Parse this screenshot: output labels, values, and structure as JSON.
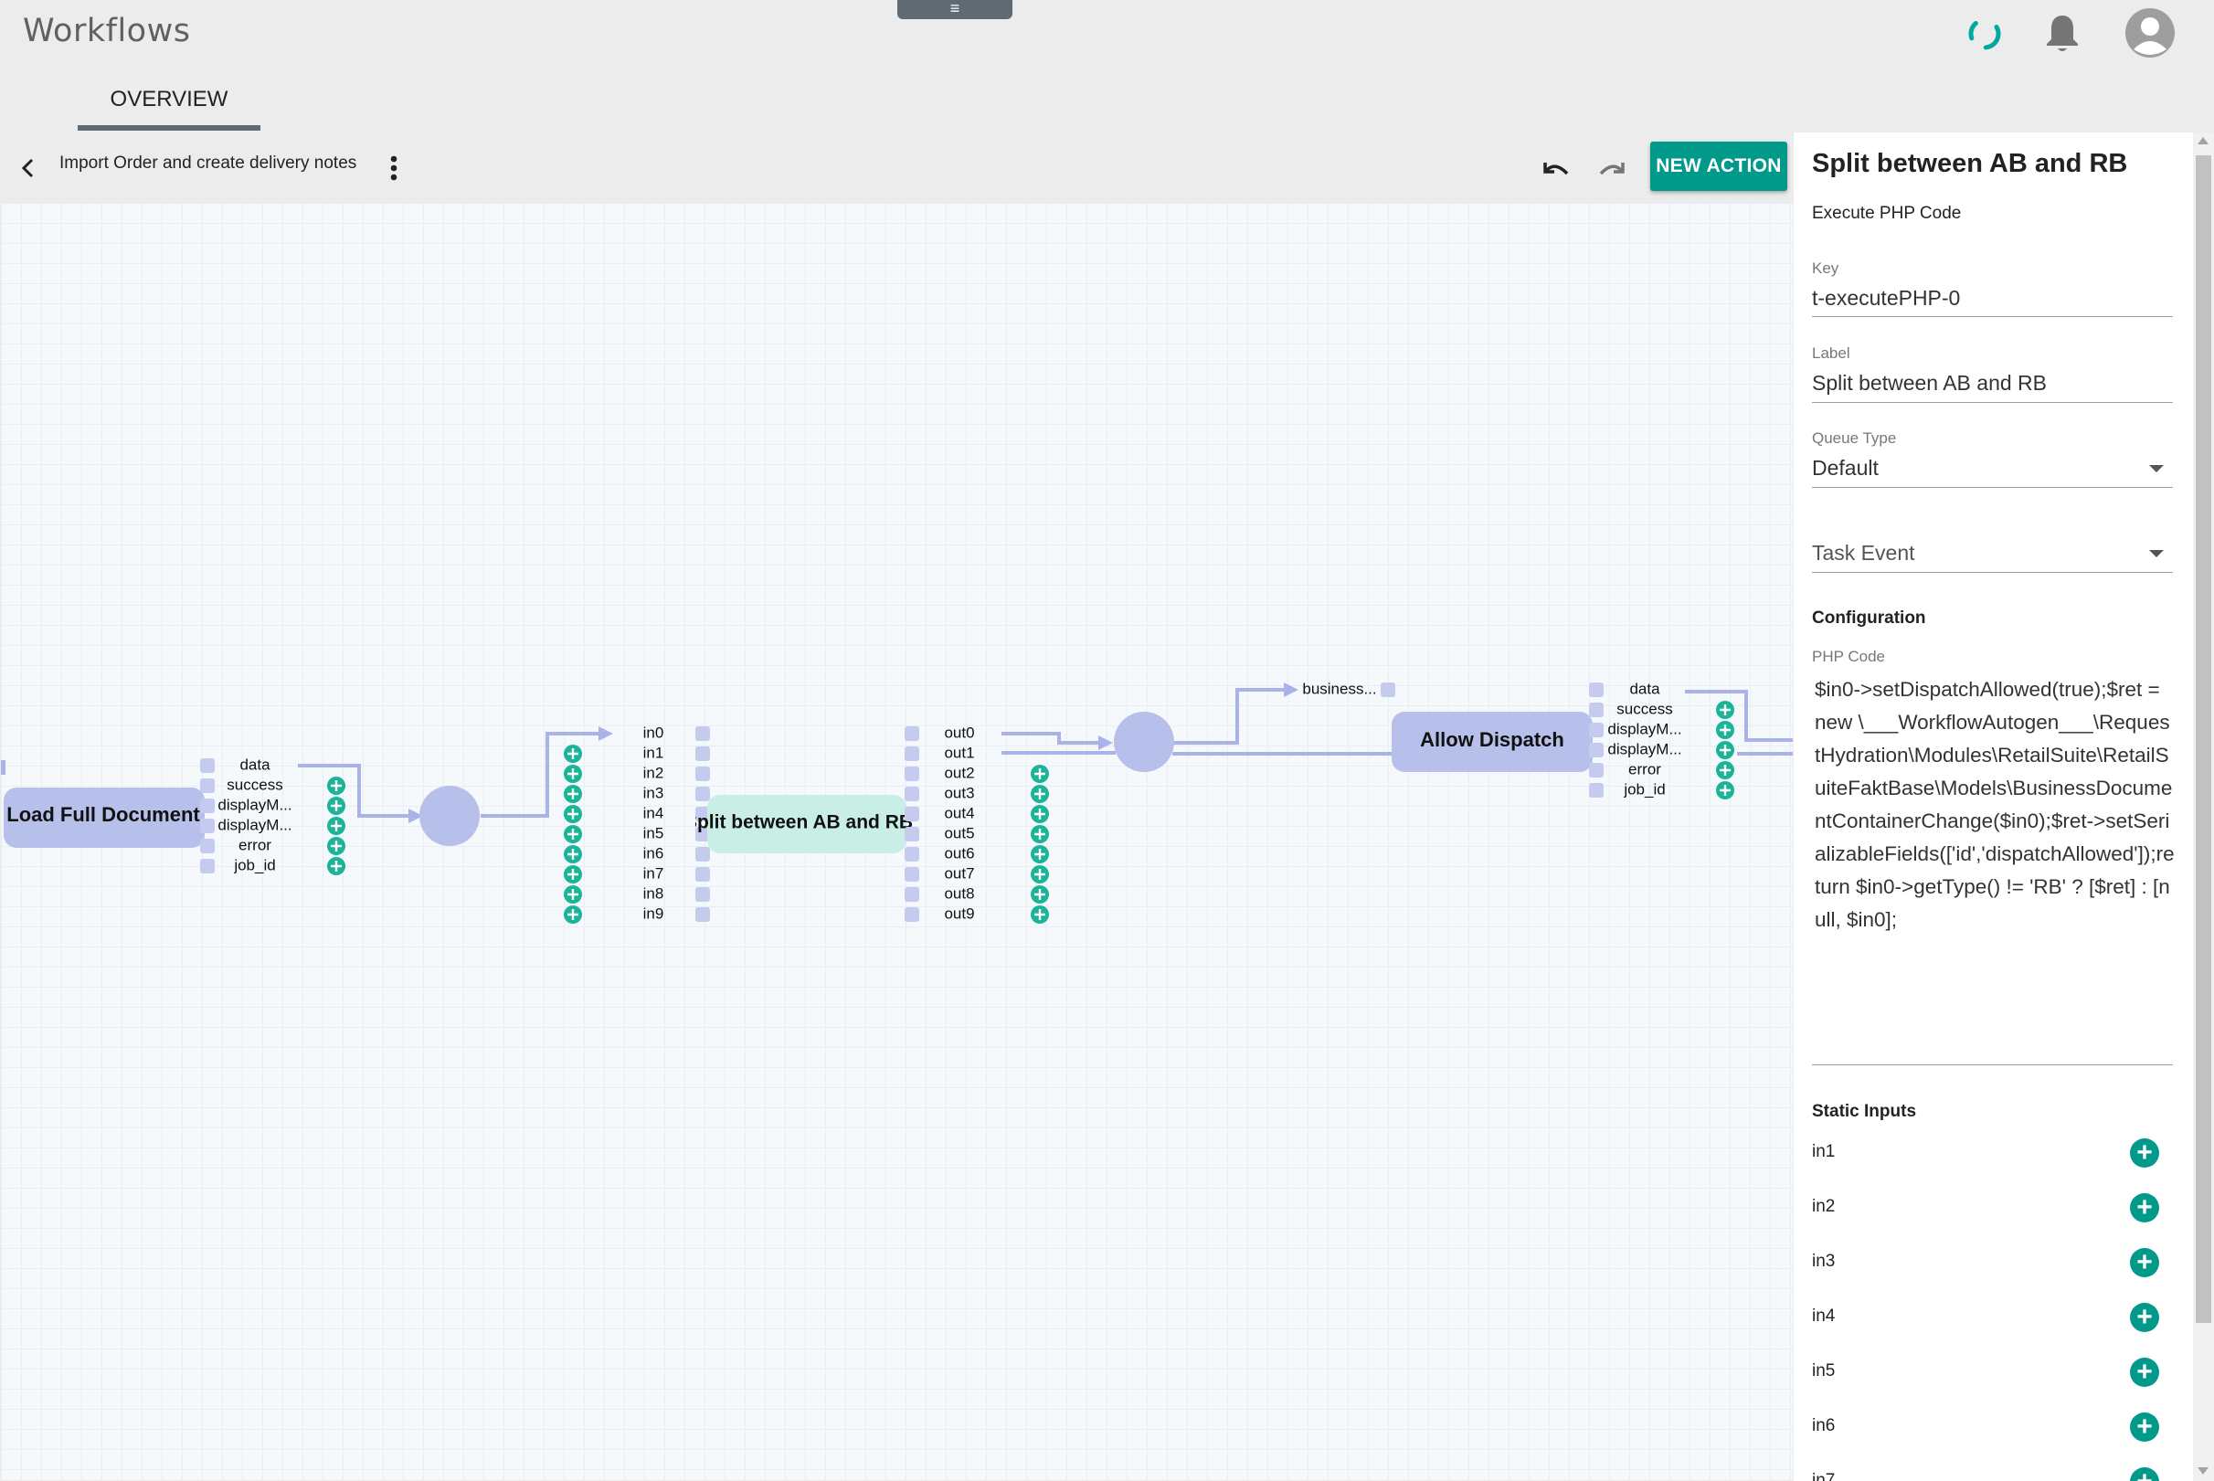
{
  "app": {
    "title": "Workflows",
    "drawer_handle_icon": "≡"
  },
  "tabs": [
    {
      "label": "OVERVIEW",
      "active": true
    }
  ],
  "toolbar": {
    "breadcrumb": "Import Order and create delivery notes",
    "new_action_label": "NEW ACTION",
    "icons": [
      "back-icon",
      "more-vert-icon",
      "undo-icon",
      "redo-icon"
    ]
  },
  "colors": {
    "accent": "#00998a",
    "node": "#b7bfeb",
    "node_selected": "#c9eee6",
    "edge": "#aab3e8",
    "port": "#c5cbef",
    "add_port": "#1ab598"
  },
  "workflow": {
    "nodes": [
      {
        "id": "load",
        "label": "Load Full Document",
        "outputs": [
          "data",
          "success",
          "displayM...",
          "displayM...",
          "error",
          "job_id"
        ]
      },
      {
        "id": "split",
        "label": "Split between AB and RB",
        "selected": true,
        "inputs": [
          "in0",
          "in1",
          "in2",
          "in3",
          "in4",
          "in5",
          "in6",
          "in7",
          "in8",
          "in9"
        ],
        "outputs": [
          "out0",
          "out1",
          "out2",
          "out3",
          "out4",
          "out5",
          "out6",
          "out7",
          "out8",
          "out9"
        ]
      },
      {
        "id": "dispatch",
        "label": "Allow Dispatch",
        "inputs": [
          "business..."
        ],
        "outputs": [
          "data",
          "success",
          "displayM...",
          "displayM...",
          "error",
          "job_id"
        ]
      }
    ]
  },
  "panel": {
    "title": "Split between AB and RB",
    "subtitle": "Execute PHP Code",
    "key": {
      "label": "Key",
      "value": "t-executePHP-0"
    },
    "label_field": {
      "label": "Label",
      "value": "Split between AB and RB"
    },
    "queue_type": {
      "label": "Queue Type",
      "value": "Default"
    },
    "task_event": {
      "placeholder": "Task Event"
    },
    "configuration_heading": "Configuration",
    "php_code_label": "PHP Code",
    "php_code": "$in0->setDispatchAllowed(true);$ret = new \\___WorkflowAutogen___\\RequestHydration\\Modules\\RetailSuite\\RetailSuiteFaktBase\\Models\\BusinessDocumentContainerChange($in0);$ret->setSerializableFields(['id','dispatchAllowed']);return $in0->getType() != 'RB' ? [$ret] : [null, $in0];",
    "static_inputs_heading": "Static Inputs",
    "static_inputs": [
      "in1",
      "in2",
      "in3",
      "in4",
      "in5",
      "in6",
      "in7"
    ]
  }
}
